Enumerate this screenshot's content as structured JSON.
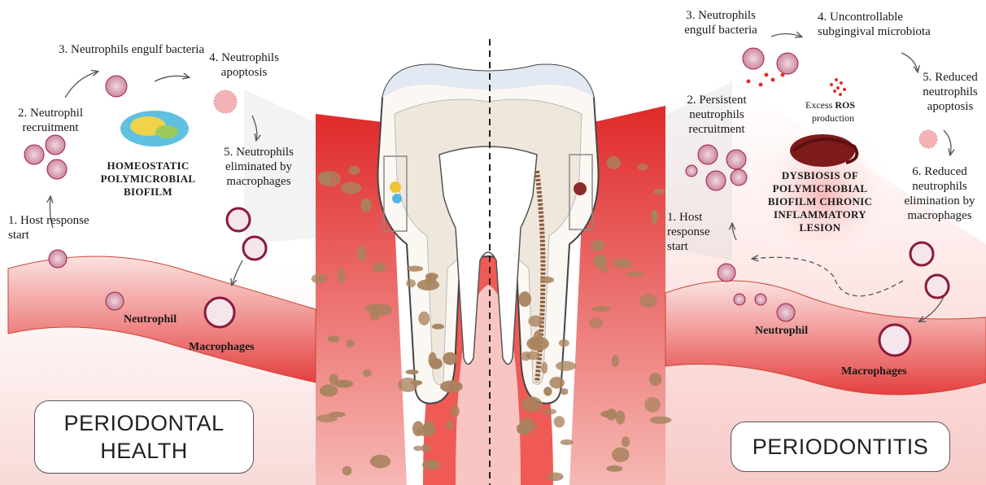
{
  "colors": {
    "gingiva": "#d9262b",
    "gingiva_light": "#f7c9c6",
    "bone_particle": "#a8835e",
    "tooth_outline": "#444444",
    "vessel": "#e7504f",
    "cell": "#a61f45"
  },
  "health": {
    "title": "PERIODONTAL HEALTH",
    "steps": {
      "s1": "1. Host response start",
      "s2": "2. Neutrophil recruitment",
      "s3": "3. Neutrophils engulf bacteria",
      "s4": "4. Neutrophils apoptosis",
      "s5": "5. Neutrophils eliminated by macrophages"
    },
    "biofilm_label": "HOMEOSTATIC POLYMICROBIAL BIOFILM",
    "neutrophil_label": "Neutrophil",
    "macrophage_label": "Macrophages"
  },
  "disease": {
    "title": "PERIODONTITIS",
    "steps": {
      "s1": "1. Host response start",
      "s2": "2. Persistent neutrophils recruitment",
      "s3": "3. Neutrophils engulf bacteria",
      "s4": "4. Uncontrollable subgingival microbiota",
      "s5": "5. Reduced neutrophils apoptosis",
      "s6": "6. Reduced neutrophils elimination by macrophages"
    },
    "ros": {
      "prefix": "Excess",
      "bold": "ROS",
      "suffix": "production"
    },
    "dysbiosis_label": "DYSBIOSIS OF POLYMICROBIAL BIOFILM CHRONIC INFLAMMATORY LESION",
    "neutrophil_label": "Neutrophil",
    "macrophage_label": "Macrophages"
  }
}
